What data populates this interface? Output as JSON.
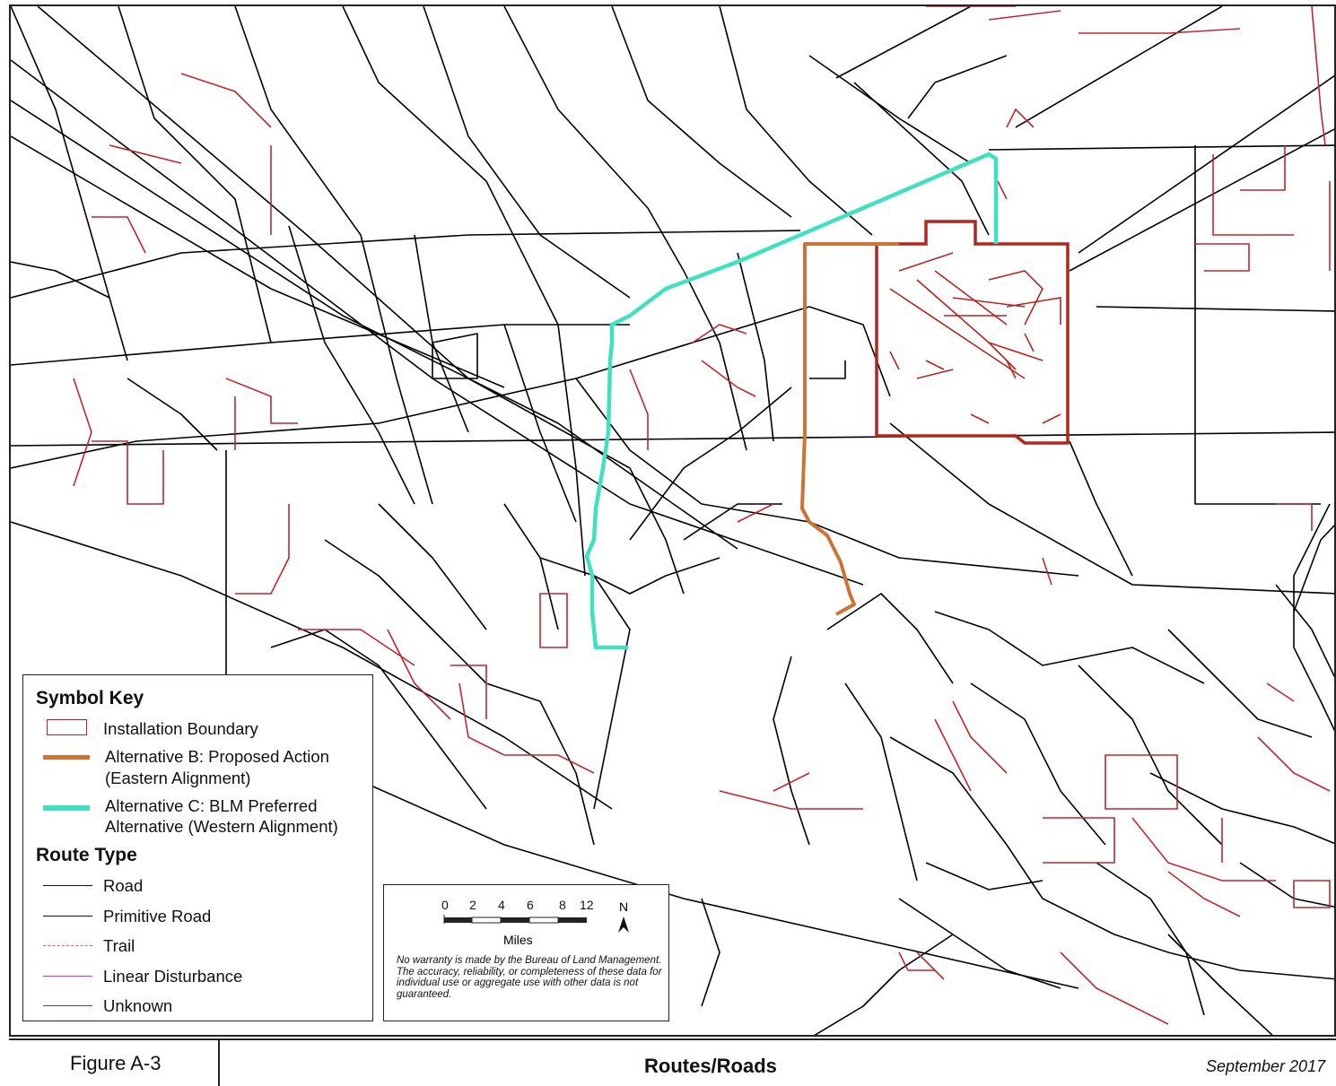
{
  "map": {
    "colors": {
      "road": "#000000",
      "unknown": "#c0272d",
      "boundary": "#b3261e",
      "alt_b": "#cd7336",
      "alt_c": "#40e0c0",
      "trail": "#e06060",
      "linear_disturbance": "#cc33cc"
    }
  },
  "legend": {
    "symbol_key_title": "Symbol Key",
    "installation_boundary": "Installation Boundary",
    "alt_b_line1": "Alternative B: Proposed Action",
    "alt_b_line2": "(Eastern Alignment)",
    "alt_c_line1": "Alternative C: BLM Preferred",
    "alt_c_line2": "Alternative (Western Alignment)",
    "route_type_title": "Route Type",
    "routes": [
      "Road",
      "Primitive Road",
      "Trail",
      "Linear Disturbance",
      "Unknown"
    ]
  },
  "scale": {
    "ticks": [
      "0",
      "2",
      "4",
      "6",
      "8",
      "12"
    ],
    "units": "Miles",
    "north": "N",
    "disclaimer": "No warranty is made by the Bureau of Land Management.  The accuracy, reliability, or completeness of these data for individual use or aggregate use with other data is not guaranteed."
  },
  "footer": {
    "figure": "Figure A-3",
    "title": "Routes/Roads",
    "date": "September 2017"
  }
}
